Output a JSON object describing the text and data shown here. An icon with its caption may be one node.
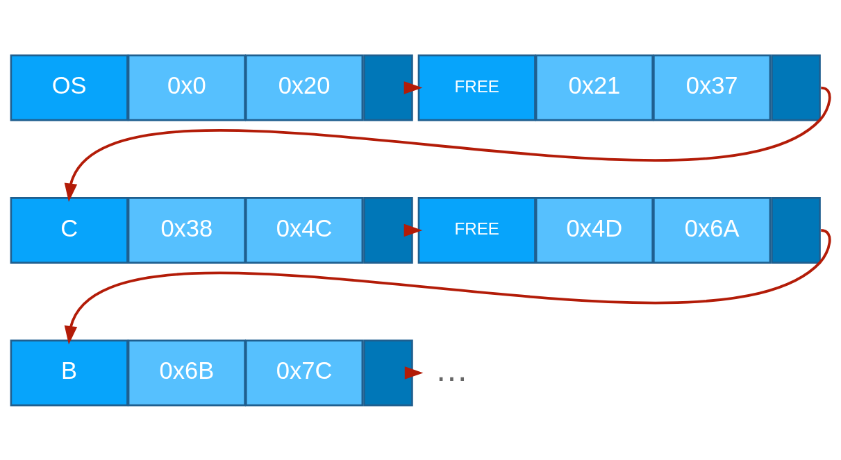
{
  "diagram": {
    "nodes": [
      {
        "text": [
          "OS"
        ]
      },
      {
        "text": [
          "0x0"
        ]
      },
      {
        "text": [
          "0x20"
        ]
      },
      {
        "text": [],
        "shape": "box"
      },
      {
        "text": [
          "FREE"
        ]
      },
      {
        "text": [
          "0x21"
        ]
      },
      {
        "text": [
          "0x37"
        ]
      },
      {
        "text": [],
        "shape": "box"
      },
      {
        "text": [
          "C"
        ]
      },
      {
        "text": [
          "0x38"
        ]
      },
      {
        "text": [
          "0x4C"
        ]
      },
      {
        "text": [],
        "shape": "box"
      },
      {
        "text": [
          "FREE"
        ]
      },
      {
        "text": [
          "0x4D"
        ]
      },
      {
        "text": [
          "0x6A"
        ]
      },
      {
        "text": [],
        "shape": "box"
      },
      {
        "text": [
          "B"
        ]
      },
      {
        "text": [
          "0x6B"
        ]
      },
      {
        "text": [
          "0x7C"
        ]
      },
      {
        "text": [],
        "shape": "box"
      },
      {
        "text": [
          "…"
        ]
      }
    ],
    "edges": [
      {
        "from": 3,
        "to": 4,
        "arrow": "to"
      },
      {
        "from": 7,
        "to": 8,
        "arrow": "to"
      },
      {
        "from": 11,
        "to": 12,
        "arrow": "to"
      },
      {
        "from": 15,
        "to": 16,
        "arrow": "to"
      },
      {
        "from": 19,
        "to": 20,
        "arrow": "to"
      }
    ]
  }
}
